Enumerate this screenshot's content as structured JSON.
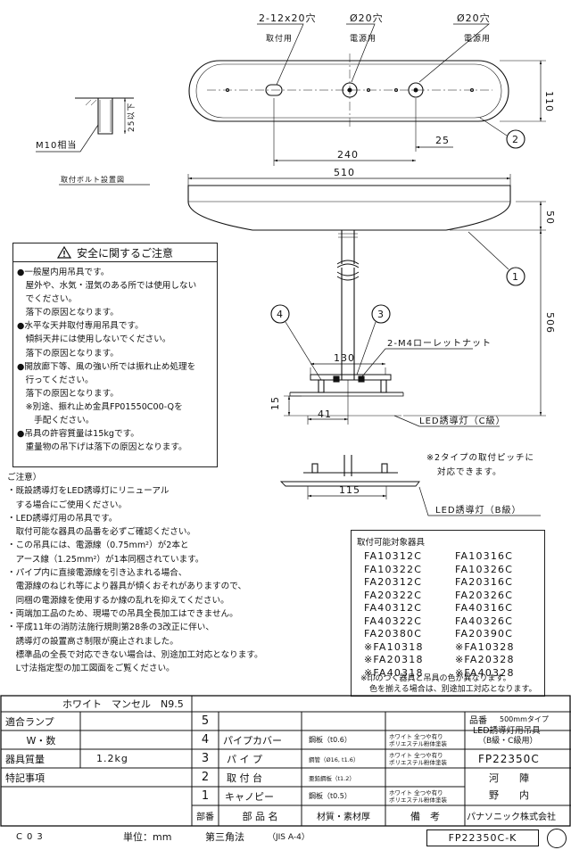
{
  "drawing": {
    "hole_callouts": [
      {
        "size": "2-12x20穴",
        "purpose": "取付用"
      },
      {
        "size": "Ø20穴",
        "purpose": "電源用"
      },
      {
        "size": "Ø20穴",
        "purpose": "電源用"
      }
    ],
    "dimensions": {
      "top_height": "110",
      "top_offset": "25",
      "top_pitch": "240",
      "canopy_width": "510",
      "canopy_height": "50",
      "total_length": "506",
      "bracket_width": "130",
      "bracket_height": "15",
      "bracket_offset": "41",
      "bracket_b_width": "115"
    },
    "bolt": {
      "label": "M10相当",
      "depth": "25以下",
      "caption": "取付ボルト設置図"
    },
    "parts_balloons": [
      "1",
      "2",
      "3",
      "4"
    ],
    "nut_label": "2-M4ローレットナット",
    "fixture_c": "LED誘導灯（C級）",
    "fixture_b": "LED誘導灯（B級）",
    "pitch_note": [
      "※2タイプの取付ピッチに",
      "対応できます。"
    ]
  },
  "safety": {
    "title": "安全に関するご注意",
    "lines": [
      "●一般屋内用吊具です。",
      "　屋外や、水気・湿気のある所では使用しない",
      "　でください。",
      "　落下の原因となります。",
      "●水平な天井取付専用吊具です。",
      "　傾斜天井には使用しないでください。",
      "　落下の原因となります。",
      "●開放廊下等、風の強い所では振れ止め処理を",
      "　行ってください。",
      "　落下の原因となります。",
      "　※別途、振れ止め金具FP01550C00-Qを",
      "　　手配ください。",
      "●吊具の許容質量は15kgです。",
      "　重量物の吊下げは落下の原因となります。"
    ]
  },
  "notes": {
    "lines": [
      "ご注意）",
      "・既設誘導灯をLED誘導灯にリニューアル",
      "　する場合にご使用ください。",
      "・LED誘導灯用の吊具です。",
      "　取付可能な器具の品番を必ずご確認ください。",
      "・この吊具には、電源線（0.75mm²）が2本と",
      "　アース線（1.25mm²）が1本同梱されています。",
      "・パイプ内に直接電源線を引き込まれる場合、",
      "　電源線のねじれ等により器具が傾くおそれがありますので、",
      "　同梱の電源線を使用するか線の乱れを抑えてください。",
      "・両端加工品のため、現場での吊具全長加工はできません。",
      "・平成11年の消防法施行規則第28条の3改正に伴い、",
      "　誘導灯の設置高さ制限が廃止されました。",
      "　標準品の全長で対応できない場合は、別途加工対応となります。",
      "　L寸法指定型の加工図面をご覧ください。"
    ]
  },
  "models": {
    "title": "取付可能対象器具",
    "items": [
      "FA10312C",
      "FA10316C",
      "FA10322C",
      "FA10326C",
      "FA20312C",
      "FA20316C",
      "FA20322C",
      "FA20326C",
      "FA40312C",
      "FA40316C",
      "FA40322C",
      "FA40326C",
      "FA20380C",
      "FA20390C",
      "※FA10318",
      "※FA10328",
      "※FA20318",
      "※FA20328",
      "※FA40318",
      "※FA40328"
    ],
    "note": [
      "※印のつく器具と吊具の色が異なります。",
      "色を揃える場合は、別途加工対応となります。"
    ]
  },
  "table": {
    "color": "ホワイト　マンセル　N9.5",
    "lamp_label": "適合ランプ",
    "watt_label": "W・数",
    "mass_label": "器具質量",
    "mass_value": "1.2kg",
    "special_label": "特記事項",
    "parts": [
      {
        "no": "5",
        "name": "",
        "material": "",
        "remark": ""
      },
      {
        "no": "4",
        "name": "パイプカバー",
        "material": "鋼板（t0.6）",
        "remark": [
          "ホワイト 全つや有り",
          "ポリエステル粉体塗装"
        ]
      },
      {
        "no": "3",
        "name": "パ イ プ",
        "material": "鋼管（Ø16, t1.6）",
        "remark": [
          "ホワイト 全つや有り",
          "ポリエステル粉体塗装"
        ]
      },
      {
        "no": "2",
        "name": "取 付 台",
        "material": "亜鉛鋼板（t1.2）",
        "remark": [
          "",
          ""
        ]
      },
      {
        "no": "1",
        "name": "キャノピー",
        "material": "鋼板（t0.5）",
        "remark": [
          "ホワイト 全つや有り",
          "ポリエステル粉体塗装"
        ]
      }
    ],
    "header": {
      "no": "部番",
      "name": "部 品 名",
      "material": "材質・素材厚",
      "remark": "備　考"
    },
    "product_label": "品番",
    "product_type": "500mmタイプ",
    "product_desc": [
      "LED誘導灯用吊具",
      "（B級・C級用）"
    ],
    "product_code": "FP22350C",
    "approver1": "河　陣",
    "approver2": "野　内",
    "company": "パナソニック株式会社"
  },
  "footer": {
    "rev": "C03",
    "unit": "単位：mm",
    "projection": "第三角法",
    "paper": "（JIS A-4）",
    "code": "FP22350C-K"
  }
}
